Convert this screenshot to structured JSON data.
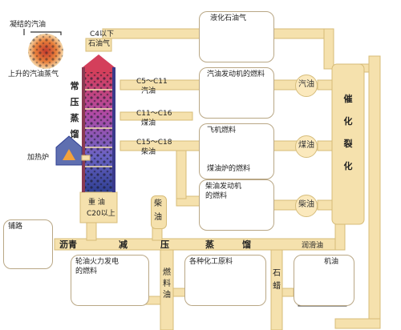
{
  "top_left": {
    "condensed_label": "凝结的汽油",
    "rising_vapor_label": "上升的汽油蒸气"
  },
  "tower": {
    "top_label_line1": "C4以下",
    "top_label_line2": "石油气",
    "name_chars": [
      "常",
      "压",
      "蒸",
      "馏"
    ],
    "furnace_label": "加热炉",
    "heavy_oil_line1": "重 油",
    "heavy_oil_line2": "C20以上"
  },
  "fractions": [
    {
      "range": "C5～C11",
      "name": "汽油"
    },
    {
      "range": "C11～C16",
      "name": "煤油"
    },
    {
      "range": "C15～C18",
      "name": "柴油"
    }
  ],
  "products": {
    "lpg": "液化石油气",
    "gasoline_fuel": "汽油发动机的燃料",
    "jet_fuel": "飞机燃料",
    "stove_fuel": "煤油炉的燃料",
    "diesel_fuel_line1": "柴油发动机",
    "diesel_fuel_line2": "的燃料"
  },
  "circles": [
    "汽油",
    "煤油",
    "柴油"
  ],
  "cracking_chars": [
    "催",
    "化",
    "裂",
    "化"
  ],
  "vacuum": {
    "asphalt": "沥青",
    "chars": [
      "减",
      "压",
      "蒸",
      "馏"
    ],
    "lube_oil": "润滑油",
    "diesel_chars": [
      "柴",
      "油"
    ],
    "fuel_oil_chars": [
      "燃",
      "料",
      "油"
    ],
    "paraffin_chars": [
      "石",
      "蜡"
    ]
  },
  "bottom": {
    "road_paving": "铺路",
    "power_ship_line1": "轮油火力发电",
    "power_ship_line2": "的燃料",
    "chemical_materials": "各种化工原料",
    "engine_oil": "机油"
  },
  "colors": {
    "pipe": "#f5e1ad",
    "pipe_stroke": "#d7bc78",
    "tower_top": "#c23a6a",
    "tower_bottom": "#2f3f93"
  }
}
